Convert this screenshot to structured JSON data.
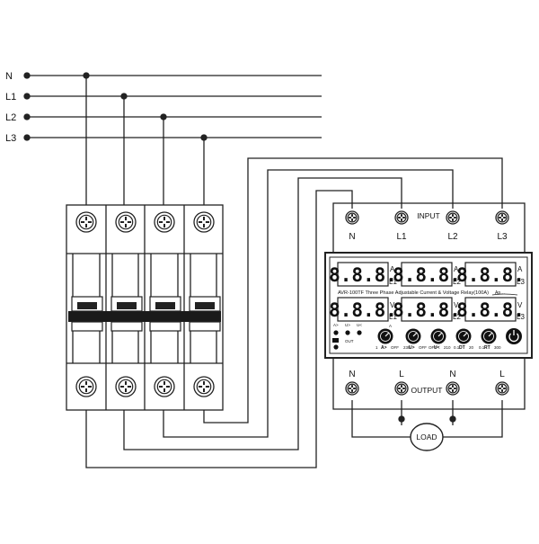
{
  "lines": {
    "supply": [
      "N",
      "L1",
      "L2",
      "L3"
    ]
  },
  "relay": {
    "input_label": "INPUT",
    "output_label": "OUTPUT",
    "input_terminals": [
      "N",
      "L1",
      "L2",
      "L3"
    ],
    "output_terminals": [
      "N",
      "L",
      "N",
      "L"
    ],
    "model_text": "AVR-100TF Three Phase Adjustable Current & Voltage Relay(100A)",
    "brand_mark": "Ap…",
    "current_displays": [
      {
        "value": "8.8.8.",
        "unit": "A",
        "phase": "L1"
      },
      {
        "value": "8.8.8.",
        "unit": "A",
        "phase": "L2"
      },
      {
        "value": "8.8.8.",
        "unit": "A",
        "phase": "L3"
      }
    ],
    "voltage_displays": [
      {
        "value": "8.8.8.",
        "unit": "V",
        "phase": "L1"
      },
      {
        "value": "8.8.8.",
        "unit": "V",
        "phase": "L2"
      },
      {
        "value": "8.8.8.",
        "unit": "V",
        "phase": "L3"
      }
    ],
    "indicators": [
      "A>",
      "U>",
      "U<"
    ],
    "out_label": "OUT",
    "knobs": [
      {
        "label": "A>",
        "min": "1",
        "max": "OFF",
        "top": "A"
      },
      {
        "label": "U>",
        "min": "230",
        "max": "OFF",
        "top": ""
      },
      {
        "label": "U<",
        "min": "OFF",
        "max": "210",
        "top": ""
      },
      {
        "label": "DT",
        "min": "0.1",
        "max": "20",
        "top": ""
      },
      {
        "label": "RT",
        "min": "0.1",
        "max": "300",
        "top": ""
      }
    ]
  },
  "load_label": "LOAD"
}
